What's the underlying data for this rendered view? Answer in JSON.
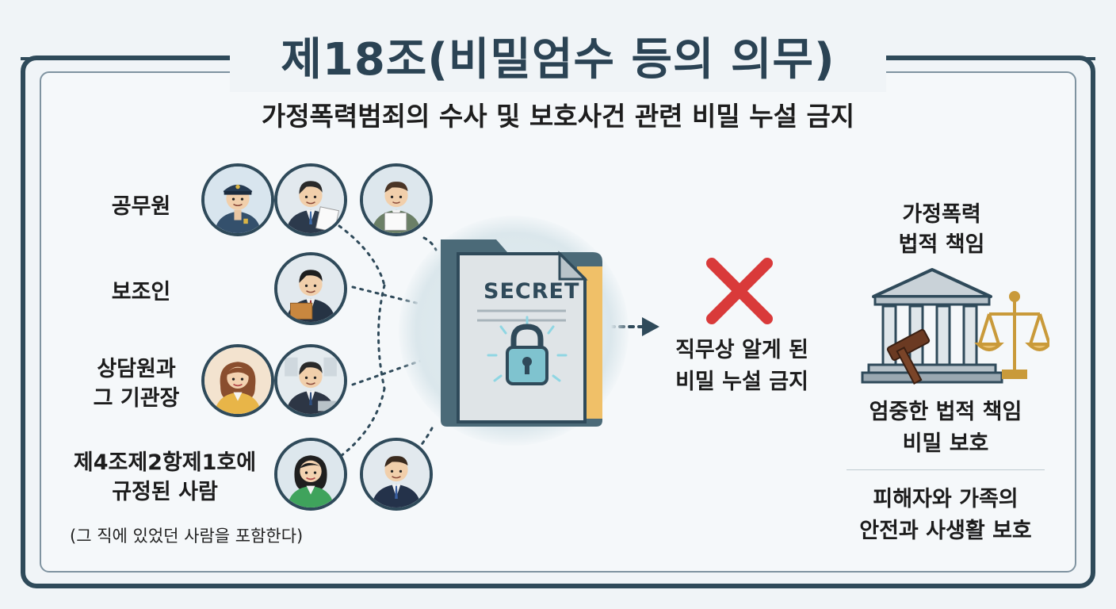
{
  "title": "제18조(비밀엄수 등의 의무)",
  "subtitle": "가정폭력범죄의 수사 및 보호사건 관련 비밀 누설 금지",
  "people": [
    {
      "label": "공무원"
    },
    {
      "label": "보조인"
    },
    {
      "label_lines": [
        "상담원과",
        "그 기관장"
      ]
    },
    {
      "label_lines": [
        "제4조제2항제1호에",
        "규정된 사람"
      ]
    }
  ],
  "note": "(그 직에 있었던 사람을 포함한다)",
  "document": {
    "label": "SECRET"
  },
  "prohibition": {
    "lines": [
      "직무상 알게 된",
      "비밀 누설 금지"
    ]
  },
  "legal": {
    "heading_lines": [
      "가정폭력",
      "법적 책임"
    ],
    "duty_lines": [
      "엄중한 법적 책임",
      "비밀 보호"
    ],
    "protection_lines": [
      "피해자와 가족의",
      "안전과 사생활 보호"
    ]
  },
  "icons": [
    "police-officer-icon",
    "official-icon",
    "person-icon",
    "folder-icon",
    "lock-icon",
    "cross-icon",
    "courthouse-icon",
    "gavel-icon",
    "scales-icon"
  ],
  "colors": {
    "navy": "#2f4a5a",
    "red": "#d93a3a",
    "gold": "#c99a3a",
    "doc": "#dde3e6"
  }
}
